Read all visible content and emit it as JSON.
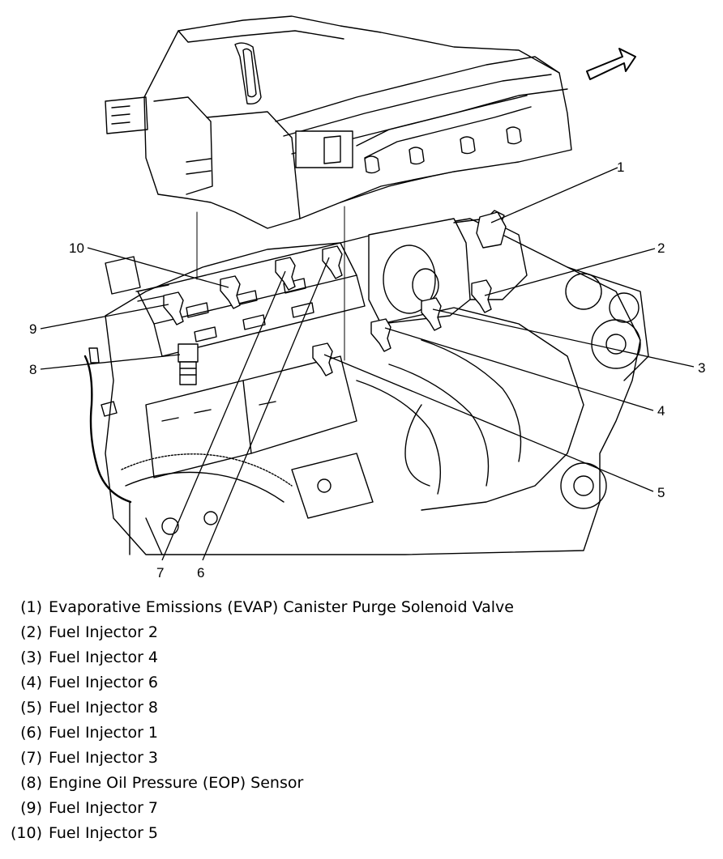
{
  "callouts": [
    {
      "num": "1"
    },
    {
      "num": "2"
    },
    {
      "num": "3"
    },
    {
      "num": "4"
    },
    {
      "num": "5"
    },
    {
      "num": "6"
    },
    {
      "num": "7"
    },
    {
      "num": "8"
    },
    {
      "num": "9"
    },
    {
      "num": "10"
    }
  ],
  "legend": [
    {
      "num": "(1)",
      "label": "Evaporative Emissions (EVAP) Canister Purge Solenoid Valve"
    },
    {
      "num": "(2)",
      "label": "Fuel Injector 2"
    },
    {
      "num": "(3)",
      "label": "Fuel Injector 4"
    },
    {
      "num": "(4)",
      "label": "Fuel Injector 6"
    },
    {
      "num": "(5)",
      "label": "Fuel Injector 8"
    },
    {
      "num": "(6)",
      "label": "Fuel Injector 1"
    },
    {
      "num": "(7)",
      "label": "Fuel Injector 3"
    },
    {
      "num": "(8)",
      "label": "Engine Oil Pressure (EOP) Sensor"
    },
    {
      "num": "(9)",
      "label": "Fuel Injector 7"
    },
    {
      "num": "(10)",
      "label": "Fuel Injector 5"
    }
  ]
}
